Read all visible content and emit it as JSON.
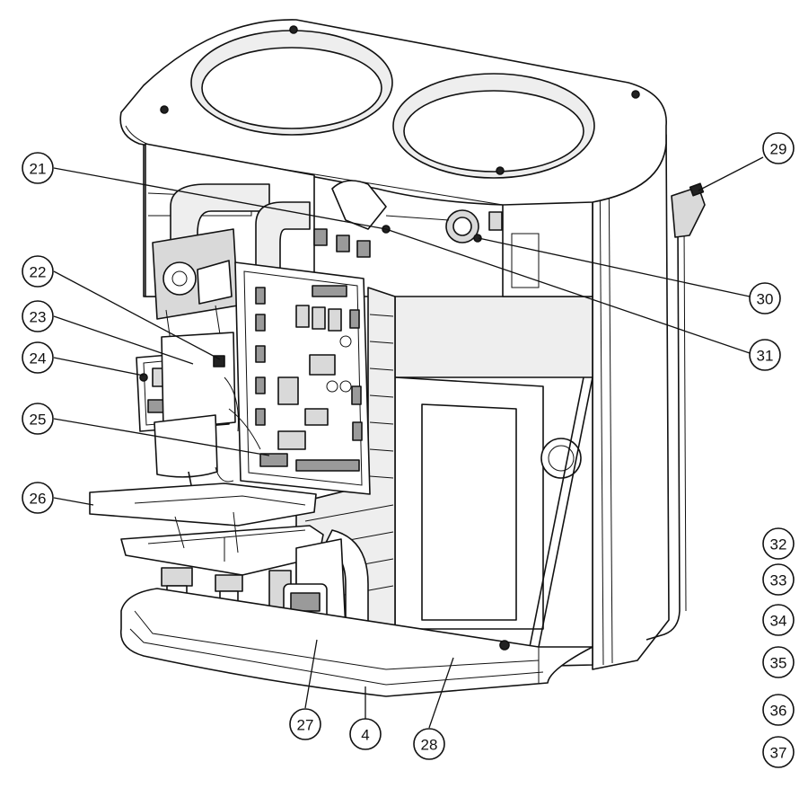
{
  "diagram": {
    "callouts": [
      {
        "id": "c21",
        "label": "21"
      },
      {
        "id": "c22",
        "label": "22"
      },
      {
        "id": "c23",
        "label": "23"
      },
      {
        "id": "c24",
        "label": "24"
      },
      {
        "id": "c25",
        "label": "25"
      },
      {
        "id": "c26",
        "label": "26"
      },
      {
        "id": "c27",
        "label": "27"
      },
      {
        "id": "c4",
        "label": "4"
      },
      {
        "id": "c28",
        "label": "28"
      },
      {
        "id": "c29",
        "label": "29"
      },
      {
        "id": "c30",
        "label": "30"
      },
      {
        "id": "c31",
        "label": "31"
      },
      {
        "id": "c32",
        "label": "32"
      },
      {
        "id": "c33",
        "label": "33"
      },
      {
        "id": "c34",
        "label": "34"
      },
      {
        "id": "c35",
        "label": "35"
      },
      {
        "id": "c36",
        "label": "36"
      },
      {
        "id": "c37",
        "label": "37"
      }
    ]
  }
}
